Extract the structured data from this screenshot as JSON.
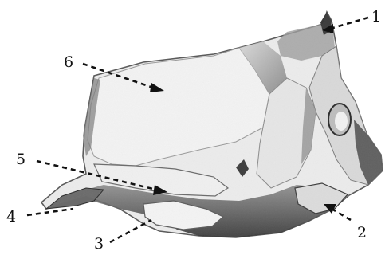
{
  "labels": {
    "l1": "1",
    "l2": "2",
    "l3": "3",
    "l4": "4",
    "l5": "5",
    "l6": "6"
  },
  "colors": {
    "ink": "#111111",
    "bone_light": "#efefef",
    "bone_mid": "#b9b9b9",
    "bone_dark": "#555555"
  }
}
